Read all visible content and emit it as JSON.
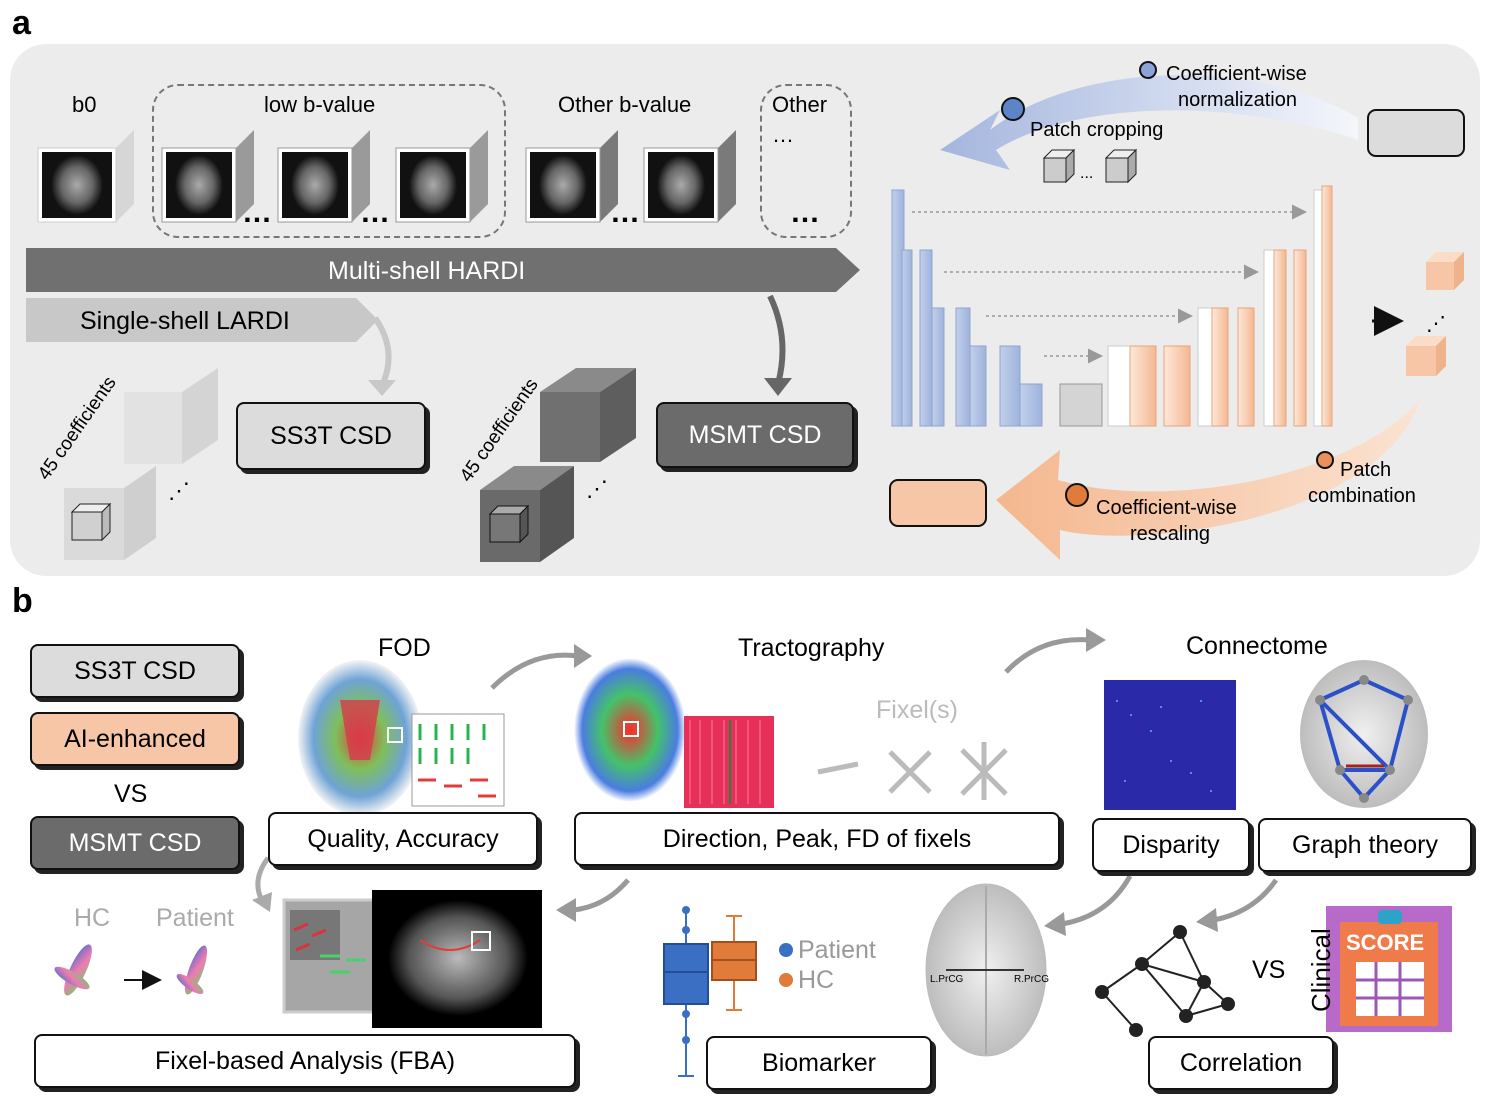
{
  "panels": {
    "a": "a",
    "b": "b"
  },
  "panel_a": {
    "b0": "b0",
    "low_b": "low b-value",
    "other_b": "Other b-value",
    "other": "Other",
    "other_dots": "…",
    "ellipsis": "…",
    "multi_shell": "Multi-shell HARDI",
    "single_shell": "Single-shell LARDI",
    "coeffs": "45 coefficients",
    "ss3t": "SS3T CSD",
    "msmt": "MSMT CSD",
    "coef_norm_1": "Coefficient-wise",
    "coef_norm_2": "normalization",
    "patch_crop": "Patch cropping",
    "patch_comb_1": "Patch",
    "patch_comb_2": "combination",
    "coef_resc_1": "Coefficient-wise",
    "coef_resc_2": "rescaling"
  },
  "panel_b": {
    "legend": {
      "ss3t": "SS3T CSD",
      "ai": "AI-enhanced",
      "vs": "VS",
      "msmt": "MSMT CSD"
    },
    "fod": "FOD",
    "tractography": "Tractography",
    "connectome": "Connectome",
    "fixels": "Fixel(s)",
    "quality": "Quality, Accuracy",
    "direction": "Direction, Peak, FD of fixels",
    "disparity": "Disparity",
    "graph": "Graph theory",
    "hc": "HC",
    "patient": "Patient",
    "fba": "Fixel-based Analysis (FBA)",
    "legend_patient": "Patient",
    "legend_hc": "HC",
    "biomarker": "Biomarker",
    "lprcg": "L.PrCG",
    "rprcg": "R.PrCG",
    "vs2": "VS",
    "clinical": "Clinical",
    "score": "SCORE",
    "correlation": "Correlation"
  },
  "colors": {
    "blue": "#a9bde0",
    "orange": "#f7c6a6",
    "panel": "#ececec",
    "dark_box": "#6b6b6b",
    "patient": "#3b6fc4",
    "hc": "#e07b39"
  }
}
